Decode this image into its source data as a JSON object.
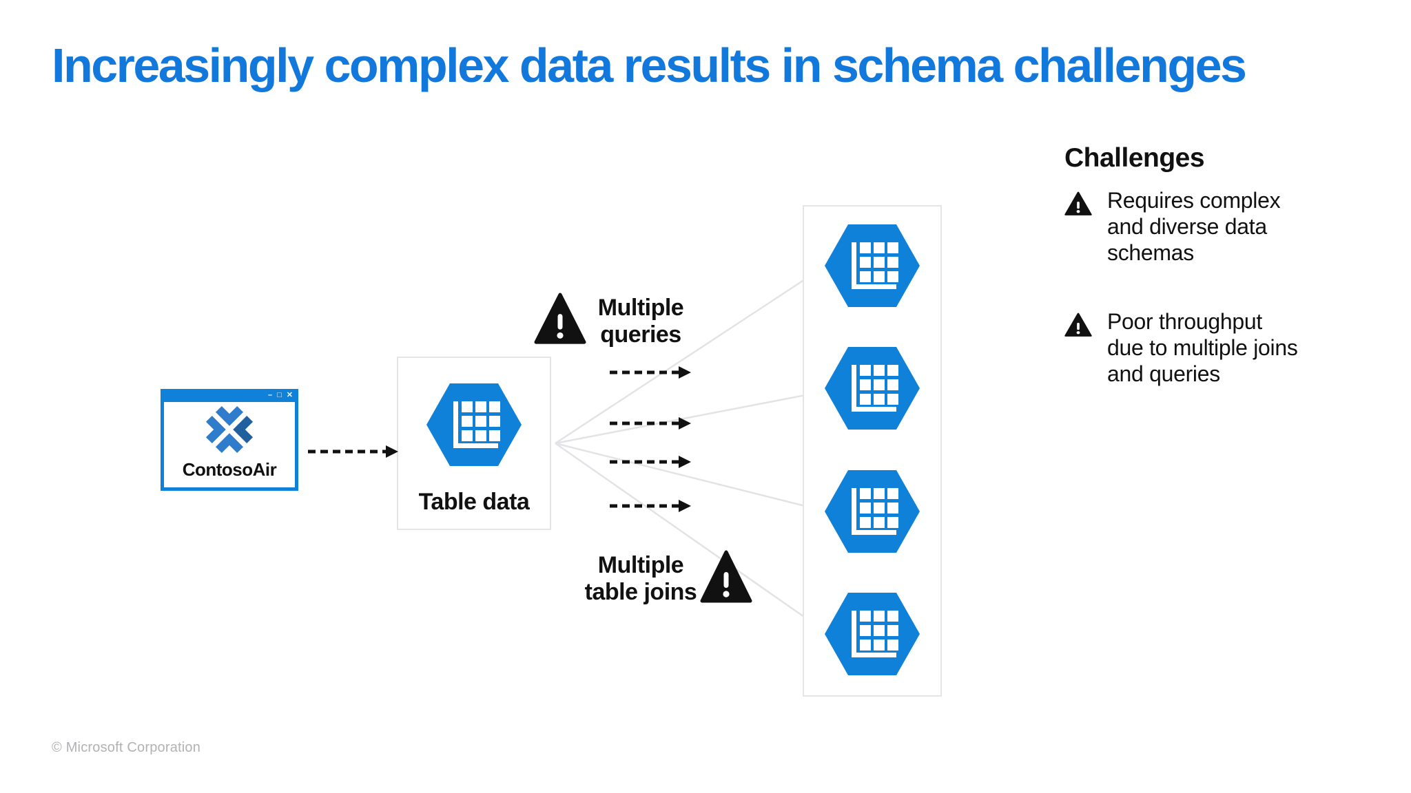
{
  "slide": {
    "title": "Increasingly complex data results in schema challenges",
    "footer": "© Microsoft Corporation"
  },
  "diagram": {
    "app_window": {
      "label": "ContosoAir",
      "controls": {
        "minimize": "–",
        "maximize": "□",
        "close": "✕"
      }
    },
    "source_table": {
      "label": "Table data"
    },
    "callouts": {
      "multiple_queries": "Multiple\nqueries",
      "multiple_table_joins": "Multiple\ntable joins"
    },
    "schema_tables": {
      "count": 4
    },
    "icons": {
      "hexagon": "table-hexagon-icon",
      "warning": "warning-triangle-icon",
      "logo": "contosoair-pinwheel-icon"
    }
  },
  "challenges": {
    "heading": "Challenges",
    "items": [
      {
        "text": "Requires complex\nand diverse data\nschemas"
      },
      {
        "text": "Poor throughput\ndue to multiple joins\nand queries"
      }
    ]
  },
  "colors": {
    "title_blue": "#1278DB",
    "azure_blue": "#1081D9",
    "logo_blue": "#2E7CCB",
    "logo_blue_dark": "#20609F",
    "box_border_gray": "#E5E5E5",
    "connector_gray": "#E3E3E7",
    "footer_gray": "#B1B1B6",
    "text_black": "#111111"
  }
}
